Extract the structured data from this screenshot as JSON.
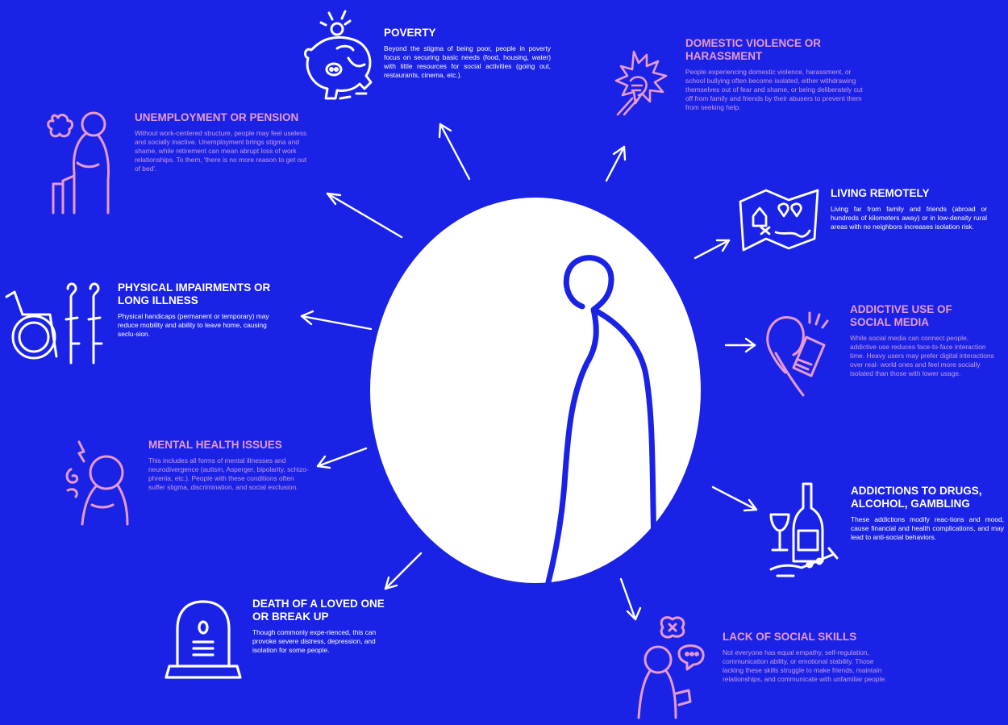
{
  "colors": {
    "background": "#1a22e6",
    "white": "#ffffff",
    "pink": "#e79ad0"
  },
  "topics": [
    {
      "id": "poverty",
      "title": "POVERTY",
      "icon": "piggy-bank-icon",
      "text": "Beyond the stigma of being poor, people in poverty focus on securing basic needs (food, housing, water) with little resources for social activities (going out, restaurants, cinema, etc.)."
    },
    {
      "id": "domestic",
      "title": "DOMESTIC VIOLENCE OR HARASSMENT",
      "icon": "fist-icon",
      "text": "People experiencing domestic violence, harassment, or school bullying often become isolated, either withdrawing themselves out of fear and shame, or being deliberately cut off from family and friends by their abusers to prevent them from seeking help."
    },
    {
      "id": "unemployment",
      "title": "UNEMPLOYMENT OR PENSION",
      "icon": "seated-person-icon",
      "text": "Without work-centered structure, people may feel useless and socially inactive. Unemployment brings stigma and shame, while retirement can mean abrupt loss of work relationships. To them, 'there is no more reason to get out of bed'."
    },
    {
      "id": "remote",
      "title": "LIVING REMOTELY",
      "icon": "map-icon",
      "text": "Living far from family and friends (abroad or hundreds of kilometers away) or in low-density rural areas with no neighbors increases isolation risk."
    },
    {
      "id": "physical",
      "title": "PHYSICAL IMPAIRMENTS OR LONG ILLNESS",
      "icon": "wheelchair-icon",
      "text": "Physical handicaps (permanent or temporary) may reduce mobility and ability to leave home, causing seclu-sion."
    },
    {
      "id": "social_media",
      "title": "ADDICTIVE USE OF SOCIAL MEDIA",
      "icon": "phone-user-icon",
      "text": "While social media can connect people, addictive use reduces face-to-face interaction time. Heavy users may prefer digital interactions over real- world ones and feel more socially isolated than those with lower usage."
    },
    {
      "id": "mental",
      "title": "MENTAL HEALTH ISSUES",
      "icon": "head-spiral-icon",
      "text": "This includes all forms of mental illnesses and neurodivergence (autism, Asperger, bipolarity, schizo-phrenia, etc.). People with these conditions often suffer stigma, discrimination, and social exclusion."
    },
    {
      "id": "addictions",
      "title": "ADDICTIONS TO DRUGS, ALCOHOL, GAMBLING",
      "icon": "bottle-glass-icon",
      "text": "These addictions modify reac-tions and mood, cause financial and health complications, and may lead to anti-social behaviors."
    },
    {
      "id": "death",
      "title": "DEATH OF A LOVED ONE OR BREAK UP",
      "icon": "gravestone-icon",
      "text": "Though commonly expe-rienced, this can provoke severe distress, depression, and isolation for some people."
    },
    {
      "id": "social_skills",
      "title": "LACK OF SOCIAL SKILLS",
      "icon": "speech-bubble-person-icon",
      "text": "Not everyone has equal empathy, self-regulation, communication ability, or emotional stability. Those lacking these skills struggle to make friends, maintain relationships, and communicate with unfamiliar people."
    }
  ],
  "center": {
    "icon": "lonely-person-icon"
  }
}
